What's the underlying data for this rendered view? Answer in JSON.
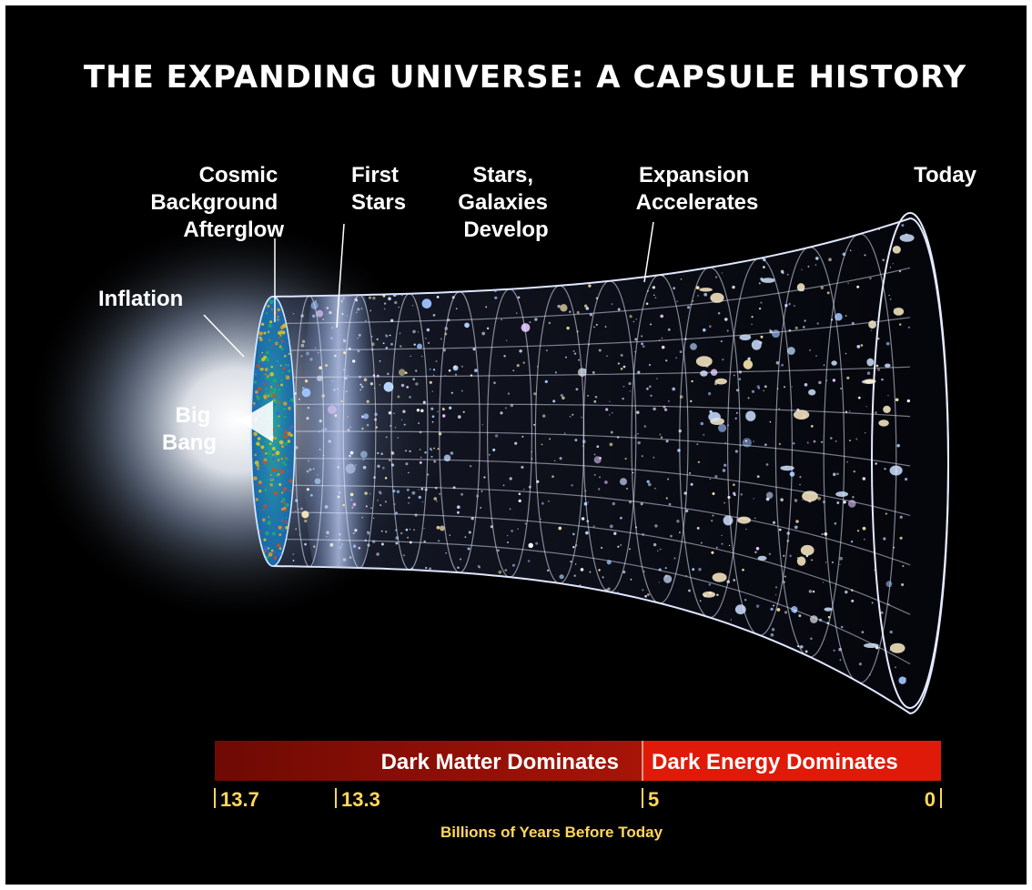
{
  "title": {
    "text": "THE EXPANDING UNIVERSE: A CAPSULE HISTORY"
  },
  "labels": {
    "cosmic": [
      "Cosmic",
      "Background",
      "Afterglow"
    ],
    "first_stars": [
      "First",
      "Stars"
    ],
    "galaxies": [
      "Stars,",
      "Galaxies",
      "Develop"
    ],
    "expansion": [
      "Expansion",
      "Accelerates"
    ],
    "today": "Today",
    "inflation": "Inflation",
    "big_bang": [
      "Big",
      "Bang"
    ]
  },
  "era_bar": {
    "dark_matter": "Dark Matter Dominates",
    "dark_energy": "Dark Energy Dominates",
    "color_dark_matter": "#a81408",
    "color_dark_energy": "#e01a08"
  },
  "timeline": {
    "ticks": [
      "13.7",
      "13.3",
      "5",
      "0"
    ],
    "caption": "Billions of Years Before Today"
  },
  "colors": {
    "background": "#000000",
    "label": "#ffffff",
    "timeline_text": "#ffd85a",
    "grid": "#e6ecff"
  }
}
